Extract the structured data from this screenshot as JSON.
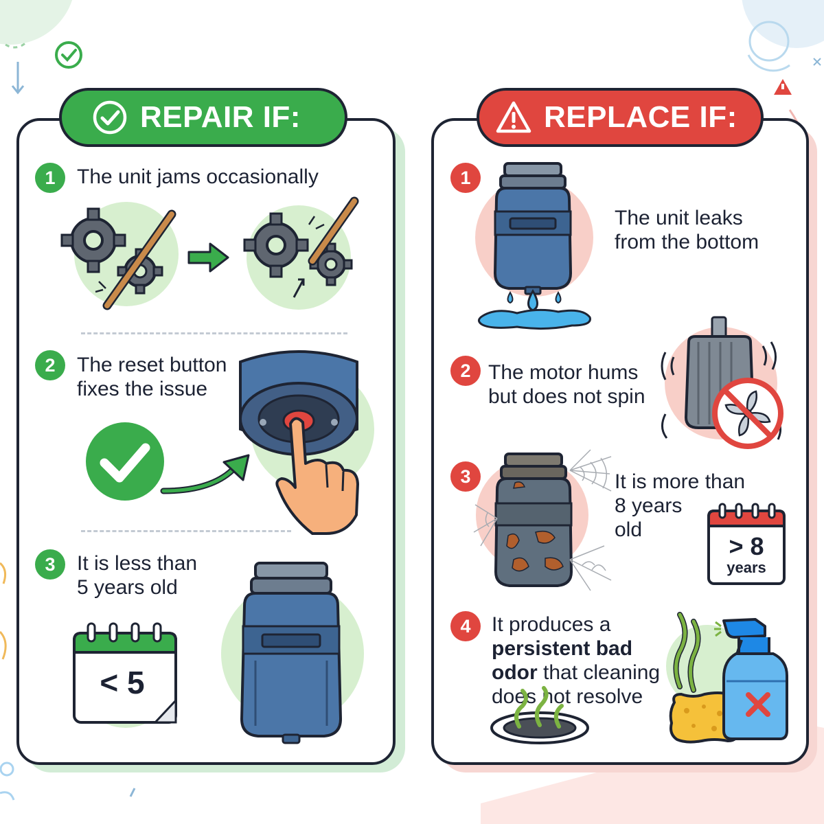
{
  "colors": {
    "repair_green": "#3aac4c",
    "replace_red": "#e0463f",
    "outline": "#1e2433",
    "disposal_blue": "#4b76a8",
    "water": "#49b3ea"
  },
  "repair": {
    "heading": "REPAIR IF:",
    "icon": "check-circle-icon",
    "items": [
      {
        "number": "1",
        "lines": [
          "The unit jams occasionally"
        ],
        "icons": [
          "jammed-gears-icon",
          "arrow-right-icon",
          "freed-gears-icon"
        ]
      },
      {
        "number": "2",
        "lines": [
          "The reset button",
          "fixes the issue"
        ],
        "icons": [
          "checkmark-circle-icon",
          "curved-arrow-icon",
          "reset-button-press-icon"
        ]
      },
      {
        "number": "3",
        "lines": [
          "It is less than",
          "5 years old"
        ],
        "icons": [
          "calendar-icon",
          "disposal-unit-icon"
        ],
        "calendar_label": "< 5"
      }
    ]
  },
  "replace": {
    "heading": "REPLACE IF:",
    "icon": "warning-triangle-icon",
    "items": [
      {
        "number": "1",
        "lines": [
          "The unit leaks",
          "from the bottom"
        ],
        "icons": [
          "leaking-disposal-icon"
        ]
      },
      {
        "number": "2",
        "lines": [
          "The motor hums",
          "but does not spin"
        ],
        "icons": [
          "humming-motor-icon",
          "no-spin-icon"
        ]
      },
      {
        "number": "3",
        "lines": [
          "It is more than",
          "8 years",
          "old"
        ],
        "icons": [
          "rusty-disposal-icon",
          "cobweb-icon",
          "calendar-icon"
        ],
        "calendar_label": "> 8",
        "calendar_sub": "years"
      },
      {
        "number": "4",
        "lines": [
          "It produces a",
          "persistent bad",
          "odor",
          " that cleaning",
          "does not resolve"
        ],
        "icons": [
          "odor-drain-icon",
          "sponge-icon",
          "spray-bottle-icon"
        ]
      }
    ]
  }
}
